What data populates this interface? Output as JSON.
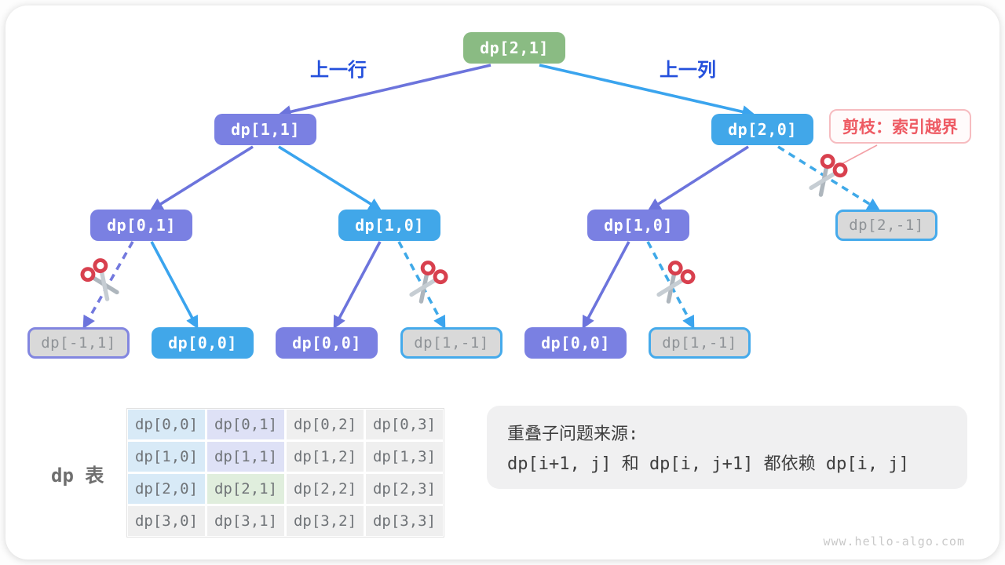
{
  "tree": {
    "nodes": [
      {
        "label": "dp[2,1]",
        "type": "green"
      },
      {
        "label": "dp[1,1]",
        "type": "purple"
      },
      {
        "label": "dp[2,0]",
        "type": "blue"
      },
      {
        "label": "dp[0,1]",
        "type": "purple"
      },
      {
        "label": "dp[1,0]",
        "type": "blue"
      },
      {
        "label": "dp[1,0]",
        "type": "purple"
      },
      {
        "label": "dp[2,-1]",
        "type": "pruned-blue"
      },
      {
        "label": "dp[-1,1]",
        "type": "pruned-purple"
      },
      {
        "label": "dp[0,0]",
        "type": "blue"
      },
      {
        "label": "dp[0,0]",
        "type": "purple"
      },
      {
        "label": "dp[1,-1]",
        "type": "pruned-blue"
      },
      {
        "label": "dp[0,0]",
        "type": "purple"
      },
      {
        "label": "dp[1,-1]",
        "type": "pruned-blue"
      }
    ],
    "edge_labels": {
      "left": "上一行",
      "right": "上一列"
    }
  },
  "annotation": {
    "text": "剪枝：索引越界"
  },
  "dp_table": {
    "label": "dp 表",
    "rows": [
      [
        {
          "label": "dp[0,0]",
          "type": "blue"
        },
        {
          "label": "dp[0,1]",
          "type": "purple"
        },
        {
          "label": "dp[0,2]",
          "type": "gray"
        },
        {
          "label": "dp[0,3]",
          "type": "gray"
        }
      ],
      [
        {
          "label": "dp[1,0]",
          "type": "blue"
        },
        {
          "label": "dp[1,1]",
          "type": "purple"
        },
        {
          "label": "dp[1,2]",
          "type": "gray"
        },
        {
          "label": "dp[1,3]",
          "type": "gray"
        }
      ],
      [
        {
          "label": "dp[2,0]",
          "type": "blue"
        },
        {
          "label": "dp[2,1]",
          "type": "green"
        },
        {
          "label": "dp[2,2]",
          "type": "gray"
        },
        {
          "label": "dp[2,3]",
          "type": "gray"
        }
      ],
      [
        {
          "label": "dp[3,0]",
          "type": "gray"
        },
        {
          "label": "dp[3,1]",
          "type": "gray"
        },
        {
          "label": "dp[3,2]",
          "type": "gray"
        },
        {
          "label": "dp[3,3]",
          "type": "gray"
        }
      ]
    ]
  },
  "info_box": {
    "line1": "重叠子问题来源:",
    "line2": "dp[i+1, j] 和 dp[i, j+1] 都依赖 dp[i, j]"
  },
  "watermark": "www.hello-algo.com",
  "colors": {
    "node_green": "#8ABB83",
    "node_purple": "#7A80E2",
    "node_blue": "#41A7E9",
    "node_pruned_fill": "#D9D9D9",
    "edge_purple": "#6C74DC",
    "edge_blue": "#3AA4EE",
    "edge_label_blue": "#2450DC",
    "annotation_red": "#EE5A63",
    "annotation_border": "#F6BCC0",
    "table_blue": "#D8EAF7",
    "table_purple": "#DEE1F6",
    "table_green": "#E0EEDD",
    "table_gray": "#EFEFEF",
    "info_box_bg": "#F0F0F1"
  }
}
